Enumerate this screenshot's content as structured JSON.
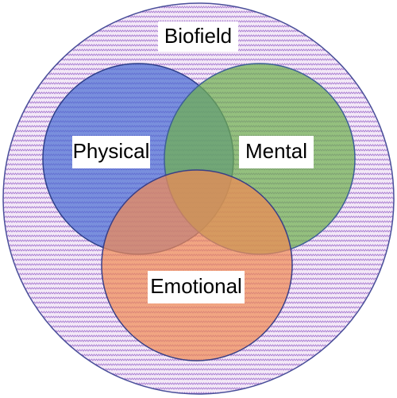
{
  "diagram": {
    "outer": {
      "label": "Biofield",
      "fill_base": "#f3e8f7",
      "pattern_color": "#a77bd0",
      "stroke": "#4a4f9a"
    },
    "circles": [
      {
        "key": "physical",
        "label": "Physical",
        "fill": "#4a6cd2",
        "stroke": "#2e3f8a"
      },
      {
        "key": "mental",
        "label": "Mental",
        "fill": "#6fb04f",
        "stroke": "#3d5f96"
      },
      {
        "key": "emotional",
        "label": "Emotional",
        "fill": "#f08a55",
        "stroke": "#3a3f86"
      }
    ]
  }
}
